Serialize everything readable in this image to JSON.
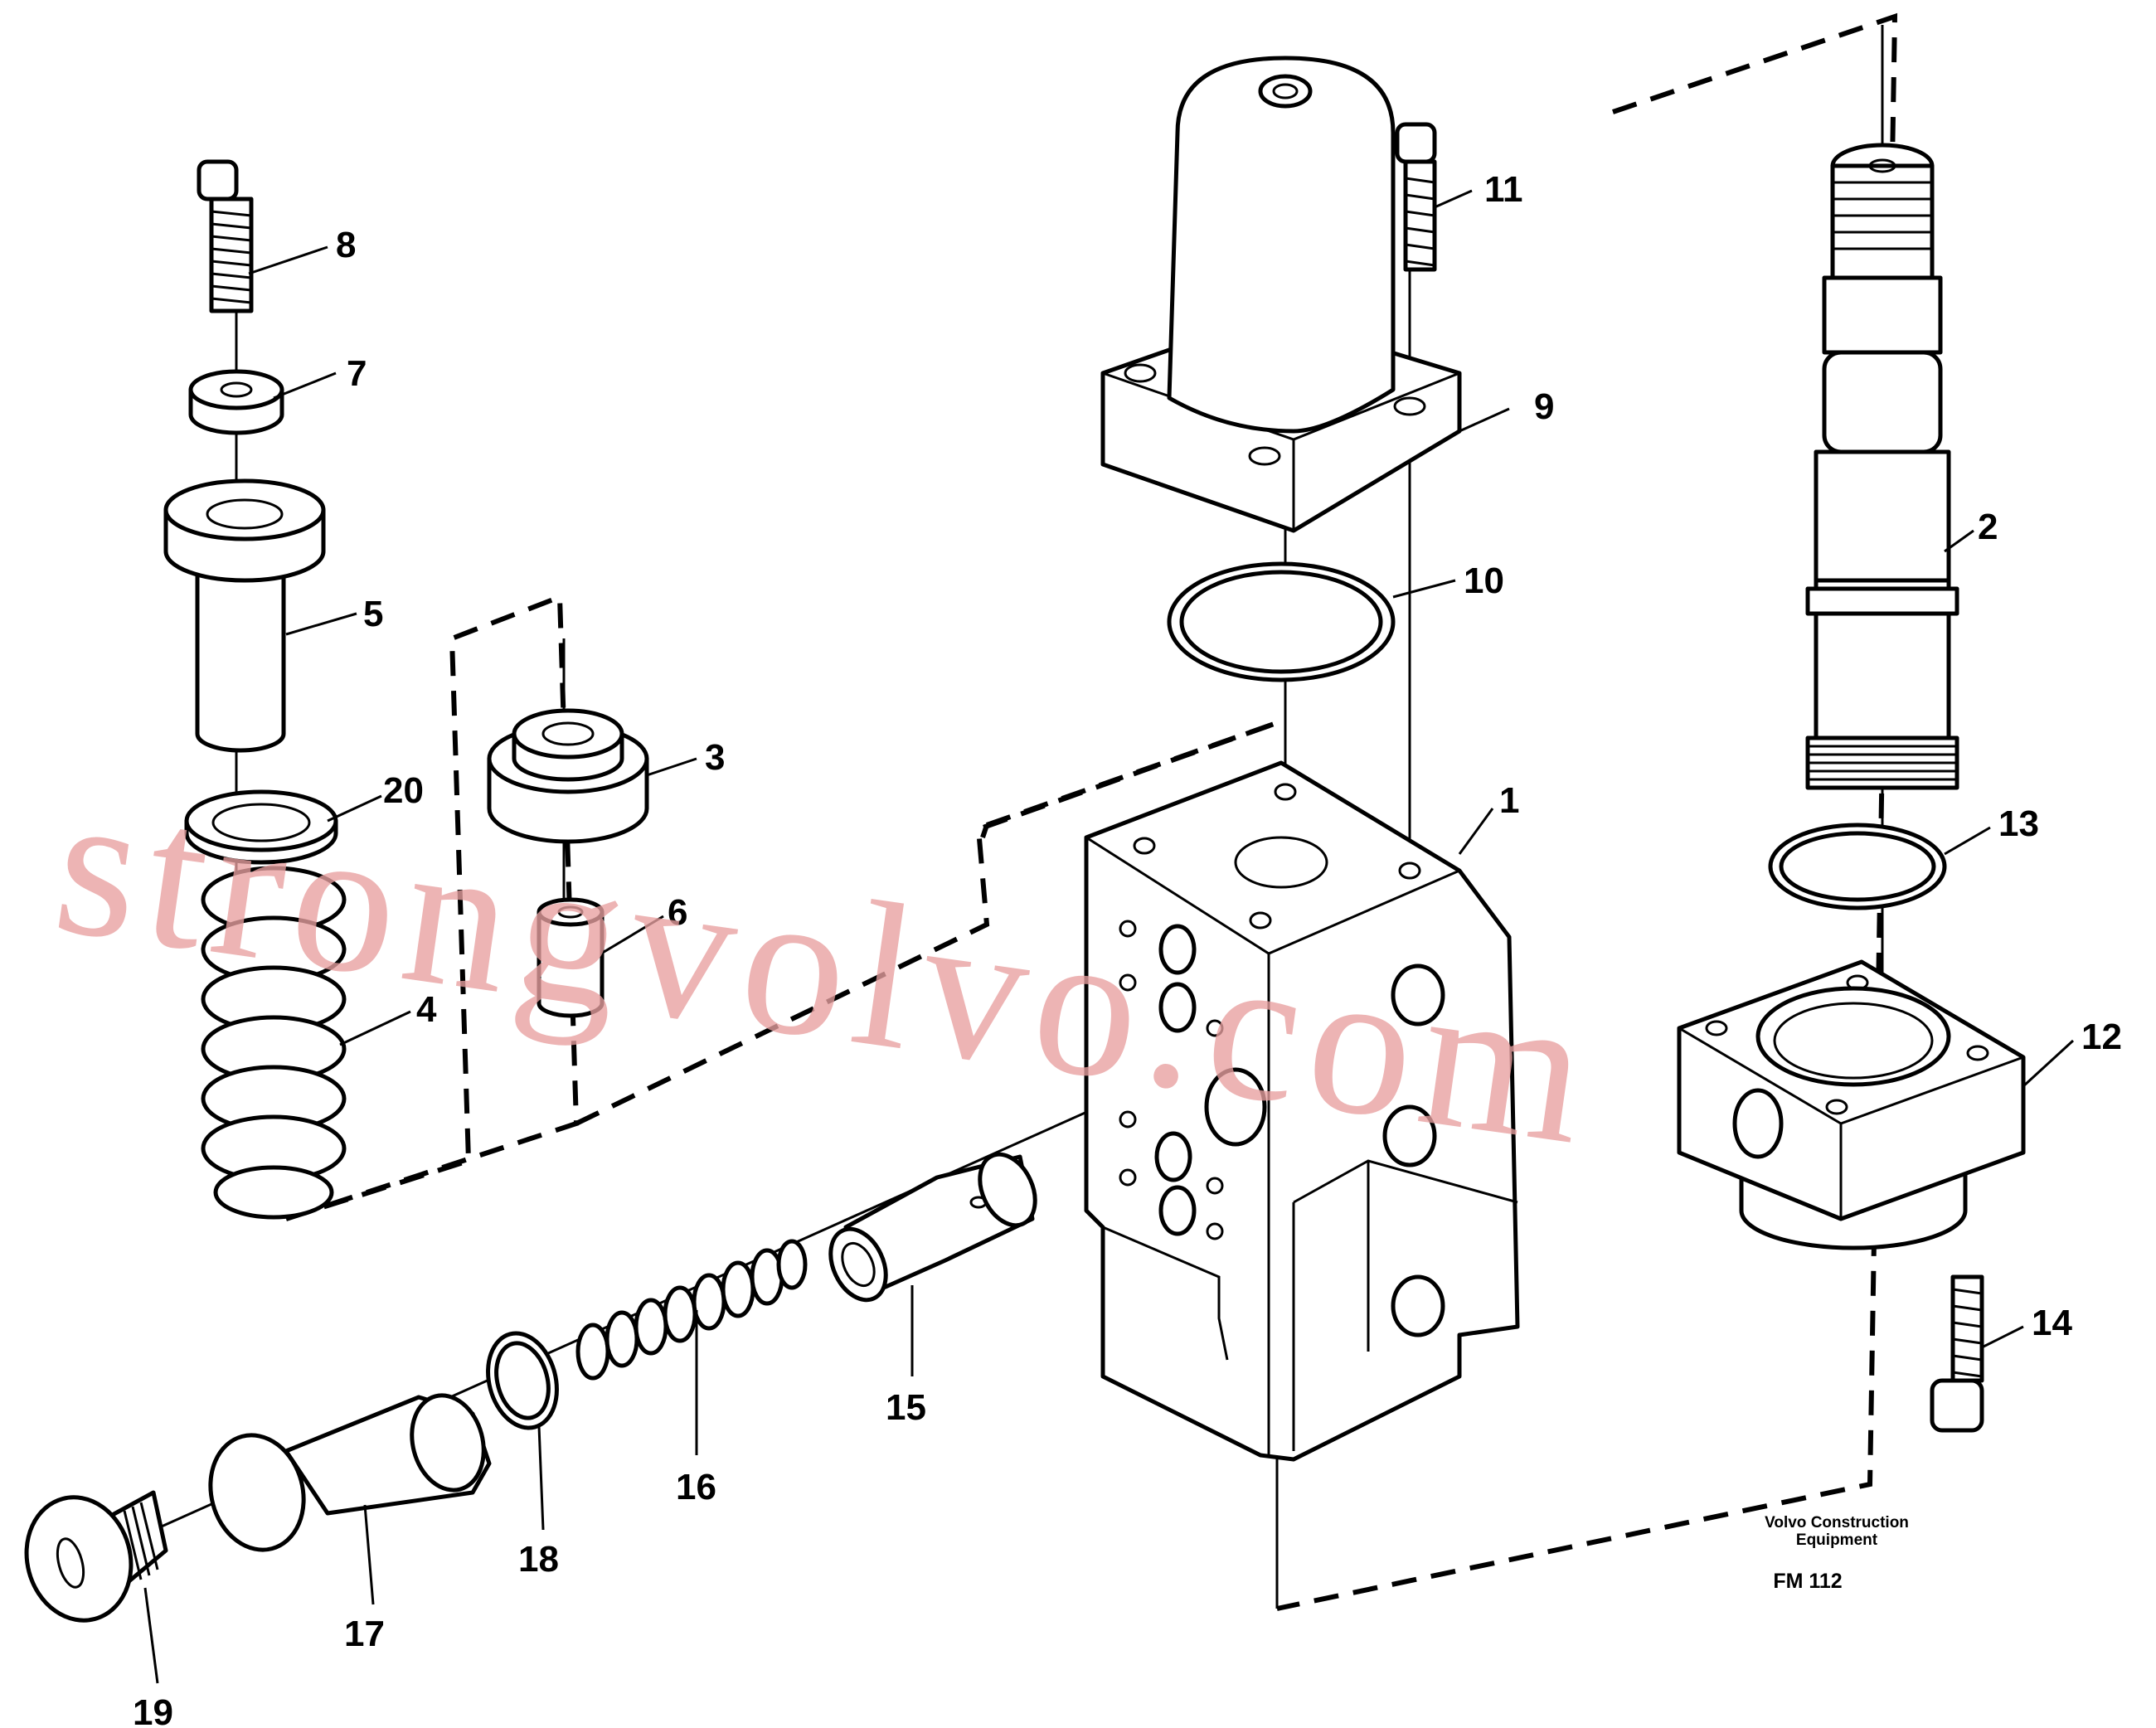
{
  "watermark": "strongvolvo.com",
  "caption": {
    "line1": "Volvo Construction",
    "line2": "Equipment",
    "figure_id": "FM 112"
  },
  "callouts": [
    {
      "id": "c1",
      "label": "1"
    },
    {
      "id": "c2",
      "label": "2"
    },
    {
      "id": "c3",
      "label": "3"
    },
    {
      "id": "c4",
      "label": "4"
    },
    {
      "id": "c5",
      "label": "5"
    },
    {
      "id": "c6",
      "label": "6"
    },
    {
      "id": "c7",
      "label": "7"
    },
    {
      "id": "c8",
      "label": "8"
    },
    {
      "id": "c9",
      "label": "9"
    },
    {
      "id": "c10",
      "label": "10"
    },
    {
      "id": "c11",
      "label": "11"
    },
    {
      "id": "c12",
      "label": "12"
    },
    {
      "id": "c13",
      "label": "13"
    },
    {
      "id": "c14",
      "label": "14"
    },
    {
      "id": "c15",
      "label": "15"
    },
    {
      "id": "c16",
      "label": "16"
    },
    {
      "id": "c17",
      "label": "17"
    },
    {
      "id": "c18",
      "label": "18"
    },
    {
      "id": "c19",
      "label": "19"
    },
    {
      "id": "c20",
      "label": "20"
    }
  ]
}
